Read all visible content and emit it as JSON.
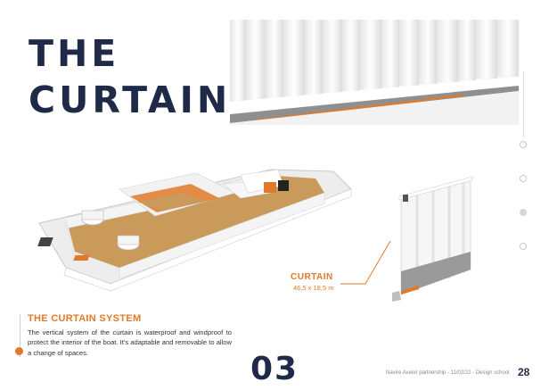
{
  "title": {
    "line1": "THE",
    "line2": "CURTAIN"
  },
  "caption": {
    "label": "CURTAIN",
    "dimensions": "46,5 x 18,5 m"
  },
  "section": {
    "title": "THE CURTAIN SYSTEM",
    "body": "The vertical system of the curtain is waterproof and windproof to protect the interior of the boat. It's adaptable and removable to allow a change of spaces."
  },
  "footer": {
    "chapter_number": "03",
    "text": "Navire Avenir partnership - 11/02/22 - Design school",
    "page_number": "28"
  },
  "nav": {
    "dot_count": 4,
    "active_index": 2
  },
  "colors": {
    "navy": "#1f2a48",
    "orange": "#e27927",
    "wood": "#c99a5a"
  }
}
